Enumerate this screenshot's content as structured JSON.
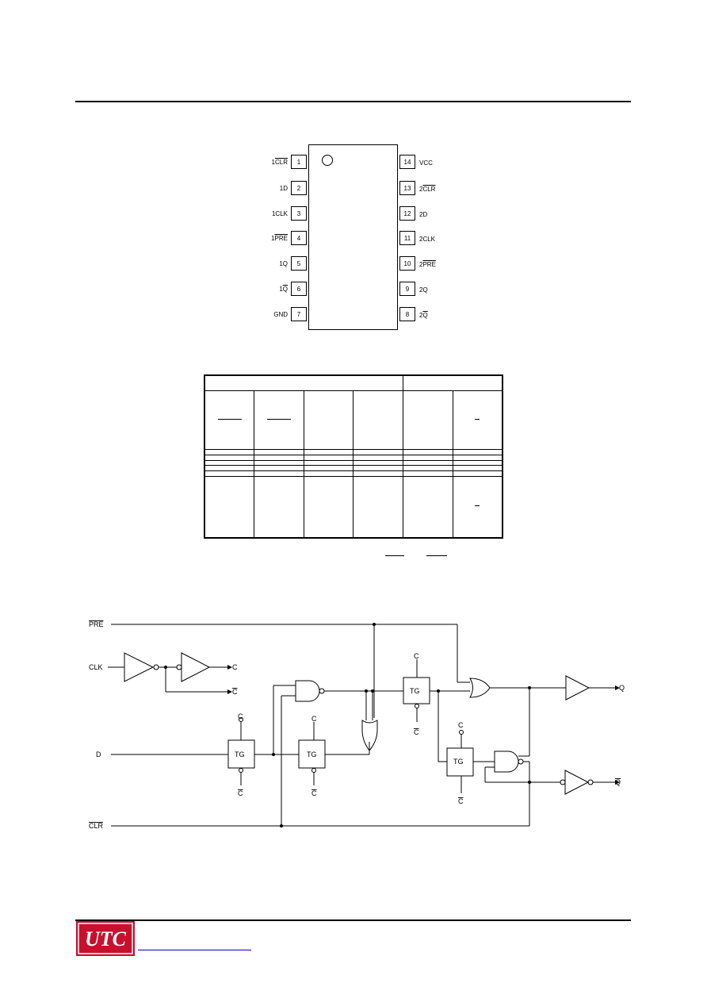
{
  "pinout": {
    "left_pins": [
      {
        "num": "1",
        "label_prefix": "1",
        "label_main": "CLR",
        "overline": true
      },
      {
        "num": "2",
        "label_prefix": "",
        "label_main": "1D",
        "overline": false
      },
      {
        "num": "3",
        "label_prefix": "",
        "label_main": "1CLK",
        "overline": false
      },
      {
        "num": "4",
        "label_prefix": "1",
        "label_main": "PRE",
        "overline": true
      },
      {
        "num": "5",
        "label_prefix": "",
        "label_main": "1Q",
        "overline": false
      },
      {
        "num": "6",
        "label_prefix": "1",
        "label_main": "Q",
        "overline": true
      },
      {
        "num": "7",
        "label_prefix": "",
        "label_main": "GND",
        "overline": false
      }
    ],
    "right_pins": [
      {
        "num": "14",
        "label_prefix": "",
        "label_main": "VCC",
        "overline": false
      },
      {
        "num": "13",
        "label_prefix": "2",
        "label_main": "CLR",
        "overline": true
      },
      {
        "num": "12",
        "label_prefix": "",
        "label_main": "2D",
        "overline": false
      },
      {
        "num": "11",
        "label_prefix": "",
        "label_main": "2CLK",
        "overline": false
      },
      {
        "num": "10",
        "label_prefix": "2",
        "label_main": "PRE",
        "overline": true
      },
      {
        "num": "9",
        "label_prefix": "",
        "label_main": "2Q",
        "overline": false
      },
      {
        "num": "8",
        "label_prefix": "2",
        "label_main": "Q",
        "overline": true
      }
    ]
  },
  "logic": {
    "pre_label": "PRE",
    "clk_label": "CLK",
    "d_label": "D",
    "clr_label": "CLR",
    "c_label": "C",
    "cbar_label": "C",
    "tg_label": "TG",
    "q_label": "Q",
    "qbar_label": "Q"
  },
  "footer": {
    "logo_text": "UTC"
  }
}
